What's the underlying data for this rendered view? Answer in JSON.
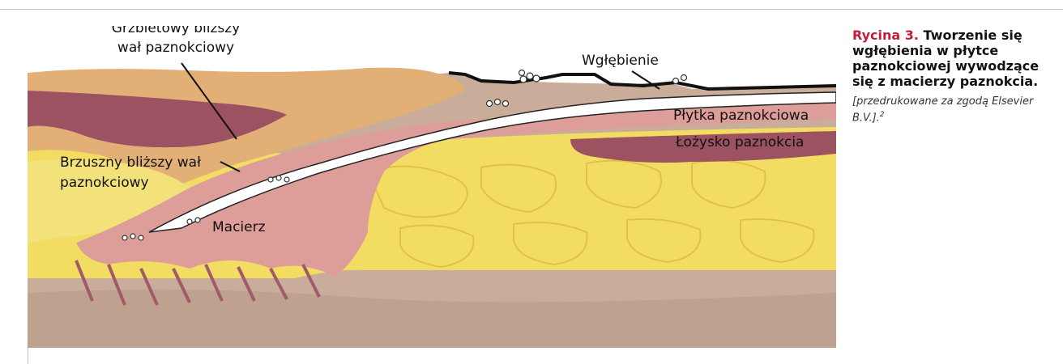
{
  "figure": {
    "labels": {
      "dorsal_fold_line1": "Grzbietowy bliższy",
      "dorsal_fold_line2": "wał paznokciowy",
      "pit": "Wgłębienie",
      "nail_plate": "Płytka paznokciowa",
      "nail_bed": "Łożysko paznokcia",
      "ventral_fold_line1": "Brzuszny bliższy wał",
      "ventral_fold_line2": "paznokciowy",
      "matrix": "Macierz"
    },
    "colors": {
      "fat": "#f2dd62",
      "fold": "#e2b077",
      "dermis_dark": "#9c5260",
      "matrix": "#dd9d98",
      "plate": "#ffffff",
      "bone": "#b89a87"
    }
  },
  "caption": {
    "number": "Rycina 3.",
    "title": "Tworzenie się wgłębienia w płytce paznokciowej wywodzące się z macierzy paznokcia.",
    "note": "[przedrukowane za zgodą Elsevier B.V.].",
    "ref": "2"
  }
}
